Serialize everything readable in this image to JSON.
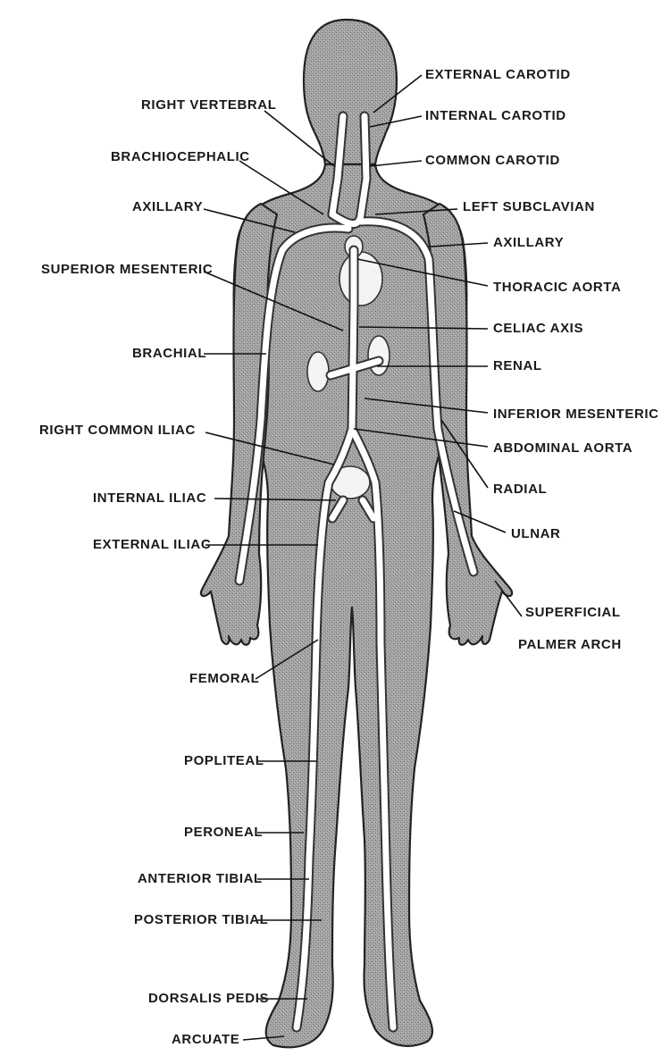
{
  "labels": {
    "external_carotid": "EXTERNAL CAROTID",
    "right_vertebral": "RIGHT VERTEBRAL",
    "internal_carotid": "INTERNAL CAROTID",
    "brachiocephalic": "BRACHIOCEPHALIC",
    "common_carotid": "COMMON CAROTID",
    "axillary_right": "AXILLARY",
    "left_subclavian": "LEFT SUBCLAVIAN",
    "axillary_left": "AXILLARY",
    "superior_mesenteric": "SUPERIOR MESENTERIC",
    "thoracic_aorta": "THORACIC AORTA",
    "celiac_axis": "CELIAC AXIS",
    "brachial": "BRACHIAL",
    "renal": "RENAL",
    "inferior_mesenteric": "INFERIOR MESENTERIC",
    "right_common_iliac": "RIGHT COMMON ILIAC",
    "abdominal_aorta": "ABDOMINAL AORTA",
    "radial": "RADIAL",
    "internal_iliac": "INTERNAL ILIAC",
    "ulnar": "ULNAR",
    "external_iliac": "EXTERNAL ILIAC",
    "superficial_palmer_arch_line1": "SUPERFICIAL",
    "superficial_palmer_arch_line2": "PALMER ARCH",
    "femoral": "FEMORAL",
    "popliteal": "POPLITEAL",
    "peroneal": "PERONEAL",
    "anterior_tibial": "ANTERIOR TIBIAL",
    "posterior_tibial": "POSTERIOR TIBIAL",
    "dorsalis_pedis": "DORSALIS PEDIS",
    "arcuate": "ARCUATE"
  },
  "colors": {
    "body_fill": "#9a9a9a",
    "vessel": "#ffffff",
    "ink": "#1a1a1a"
  }
}
